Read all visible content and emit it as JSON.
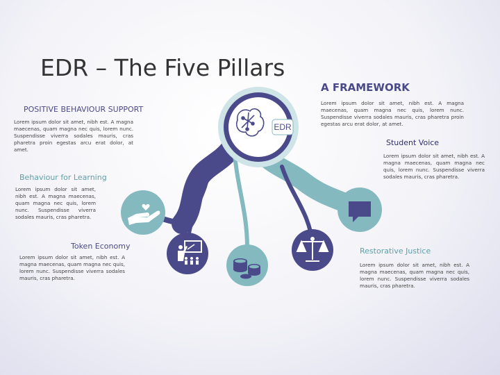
{
  "title": "EDR – The Five Pillars",
  "framework": {
    "title": "A FRAMEWORK",
    "body": "Lorem ipsum dolor sit amet, nibh est. A magna maecenas, quam magna nec quis, lorem nunc. Suspendisse viverra sodales mauris, cras pharetra proin egestas arcu erat dolor, at amet."
  },
  "hub": {
    "label": "EDR"
  },
  "pillars": {
    "positive": {
      "heading": "POSITIVE BEHAVIOUR SUPPORT",
      "body": "Lorem ipsum dolor sit amet, nibh est. A magna maecenas, quam magna nec quis, lorem nunc. Suspendisse viverra sodales mauris, cras pharetra proin egestas arcu erat dolor, at amet."
    },
    "learning": {
      "heading": "Behaviour for Learning",
      "body": "Lorem ipsum dolor sit amet, nibh est. A magna maecenas, quam magna nec quis, lorem nunc. Suspendisse viverra sodales mauris, cras pharetra."
    },
    "token": {
      "heading": "Token Economy",
      "body": "Lorem ipsum dolor sit amet, nibh est. A magna maecenas, quam magna nec quis, lorem nunc. Suspendisse viverra sodales mauris, cras pharetra."
    },
    "student": {
      "heading": "Student Voice",
      "body": "Lorem ipsum dolor sit amet, nibh est. A magna maecenas, quam magna nec quis, lorem nunc. Suspendisse viverra sodales mauris, cras pharetra."
    },
    "restorative": {
      "heading": "Restorative Justice",
      "body": "Lorem ipsum dolor sit amet, nibh est. A magna maecenas, quam magna nec quis, lorem nunc. Suspendisse viverra sodales mauris, cras pharetra."
    }
  },
  "icons": {
    "hub": "brain-circuit-icon",
    "learning": "hand-heart-icon",
    "token": "teacher-board-icon",
    "coins": "coins-icon",
    "restorative": "scales-icon",
    "student": "speech-bubble-icon"
  },
  "colors": {
    "purple": "#4a4a8a",
    "teal": "#84b9c0",
    "light_teal": "#cfe4e6"
  }
}
